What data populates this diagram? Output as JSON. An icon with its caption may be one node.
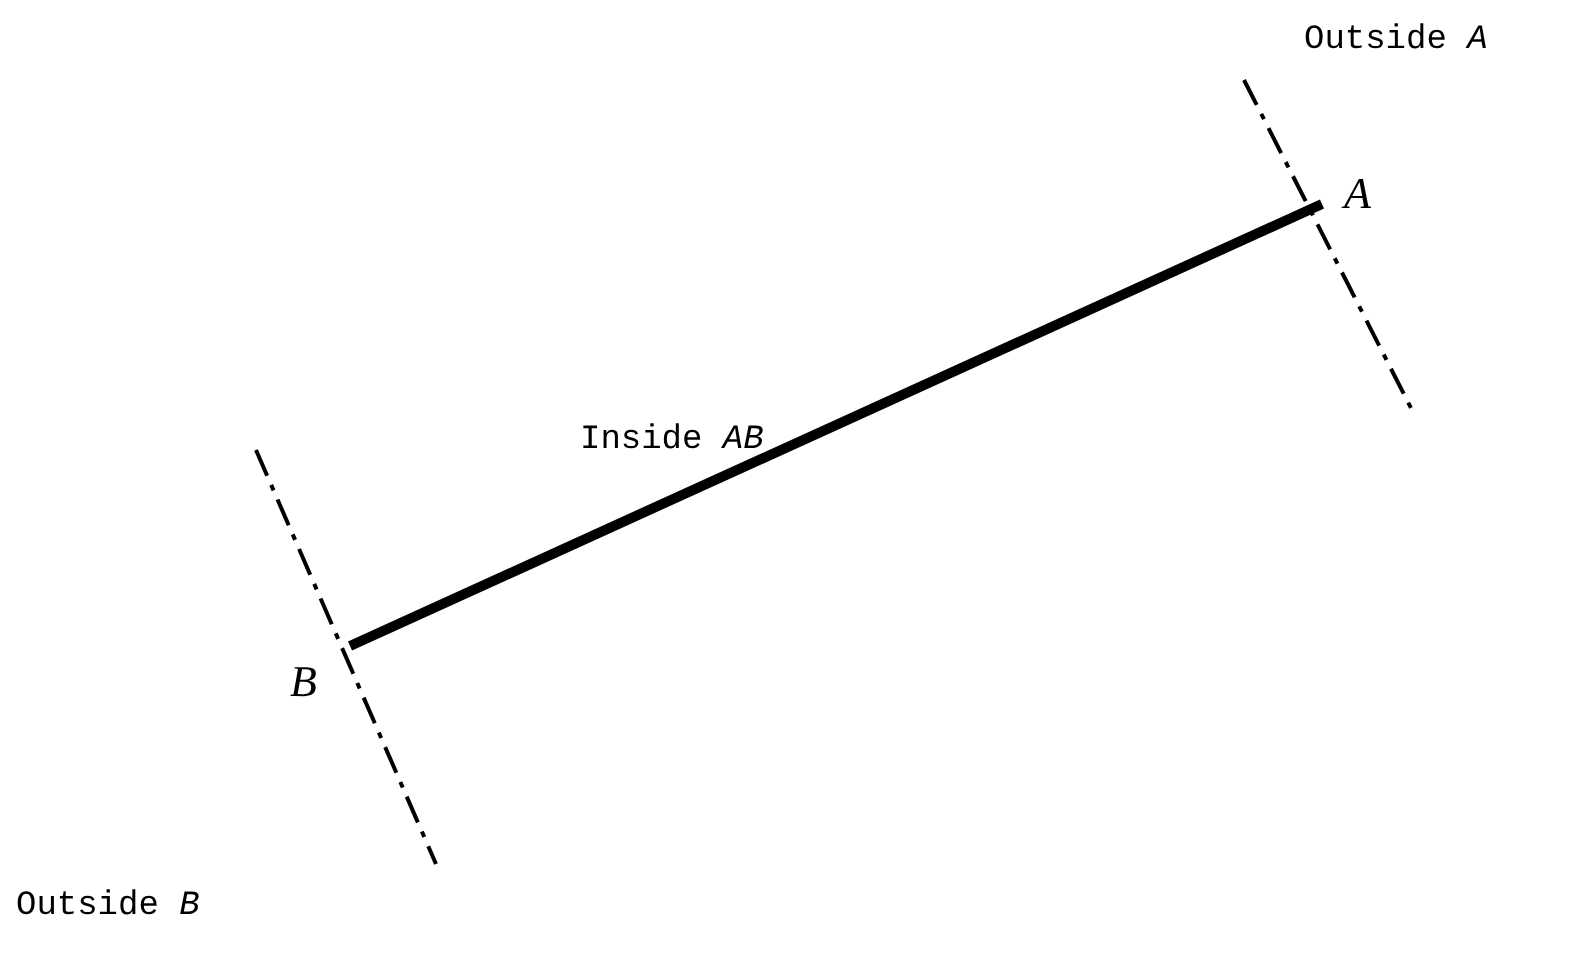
{
  "diagram": {
    "labels": [
      "Outside *A*",
      "A",
      "Inside *AB*",
      "B",
      "Outside *B*"
    ]
  }
}
